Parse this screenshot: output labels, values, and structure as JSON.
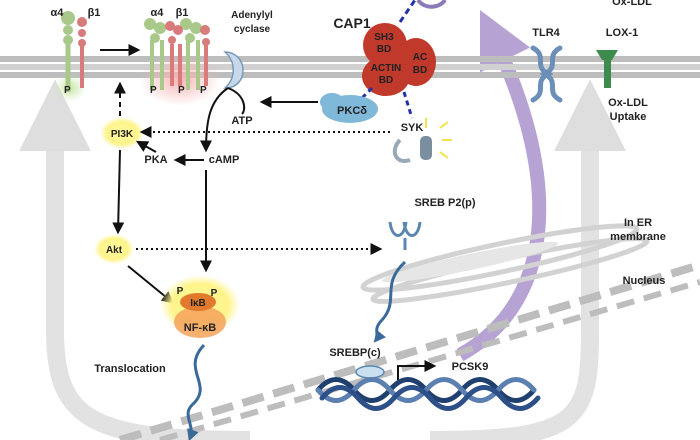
{
  "integrin": {
    "alpha_left": "α4",
    "beta_left": "β1",
    "alpha_right": "α4",
    "beta_right": "β1",
    "p_left": "P",
    "p_right": [
      "P",
      "P",
      "P"
    ]
  },
  "adenylyl_cyclase": {
    "line1": "Adenylyl",
    "line2": "cyclase"
  },
  "cap1": {
    "title": "CAP1",
    "sh3_line1": "SH3",
    "sh3_line2": "BD",
    "actin_line1": "ACTIN",
    "actin_line2": "BD",
    "ac_line1": "AC",
    "ac_line2": "BD"
  },
  "tlr4": "TLR4",
  "lox1": "LOX-1",
  "oxldl_top": "Ox-LDL",
  "oxldl_uptake": {
    "line1": "Ox-LDL",
    "line2": "Uptake"
  },
  "pkcd": "PKCδ",
  "atp": "ATP",
  "camp": "cAMP",
  "pka": "PKA",
  "pi3k": "PI3K",
  "syk": "SYK",
  "akt": "Akt",
  "srebp2p": "SREB P2(p)",
  "er_membrane": {
    "line1": "In ER",
    "line2": "membrane"
  },
  "nucleus": "Nucleus",
  "nfkb": {
    "ikb": "IκB",
    "p1": "P",
    "p2": "P",
    "label": "NF-κB"
  },
  "translocation": "Translocation",
  "srebpc": "SREBP(c)",
  "pcsk9": "PCSK9",
  "colors": {
    "membrane": "#b9b9b9",
    "integrin_alpha": "#a8c98a",
    "integrin_beta": "#d97b7b",
    "cap1_red": "#c0392b",
    "pkcd_blue": "#7fb8d9",
    "akt_yellow": "#fff48a",
    "nfkb_orange": "#f5a25a",
    "dna_blue": "#1f3f6e",
    "purple_arrow": "#b7a2d4",
    "gray_arrow": "#dedede"
  }
}
